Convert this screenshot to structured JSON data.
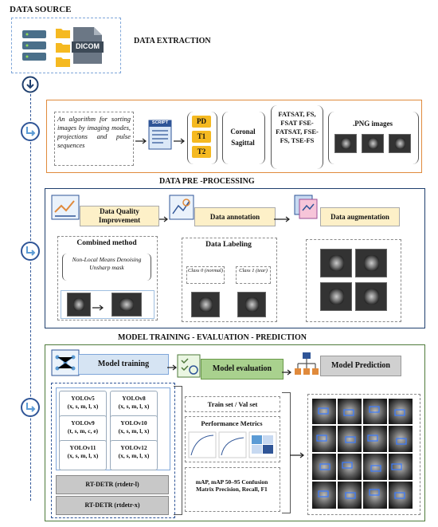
{
  "section_titles": {
    "data_source": "DATA SOURCE",
    "data_extraction": "DATA EXTRACTION",
    "pre_processing": "DATA PRE -PROCESSING",
    "model_pipeline": "MODEL TRAINING - EVALUATION - PREDICTION"
  },
  "extraction": {
    "algorithm_text": "An algorithm for sorting images by imaging modes, projections and pulse sequences",
    "script_label": "SCRIPT",
    "modes": [
      "PD",
      "T1",
      "T2"
    ],
    "projections": [
      "Coronal",
      "Sagittal"
    ],
    "sequences": "FATSAT, FS, FSAT FSE- FATSAT, FSE-FS, TSE-FS",
    "png_label": ".PNG images"
  },
  "dicom_label": "DICOM",
  "preprocessing": {
    "quality_label": "Data Quality Improvement",
    "annotation_label": "Data annotation",
    "augmentation_label": "Data augmentation",
    "combined_title": "Combined method",
    "combined_methods": "Non-Local Means Denoising Unsharp mask",
    "labeling_title": "Data Labeling",
    "class0": "Class 0 (normal)",
    "class1": "Class 1 (tear)"
  },
  "model": {
    "training_label": "Model training",
    "evaluation_label": "Model evaluation",
    "prediction_label": "Model Prediction",
    "yolo": [
      {
        "name": "YOLOv5",
        "sizes": "(x, s, m, l, x)"
      },
      {
        "name": "YOLOv8",
        "sizes": "(x, s, m, l, x)"
      },
      {
        "name": "YOLOv9",
        "sizes": "(t, s, m, c, e)"
      },
      {
        "name": "YOLOv10",
        "sizes": "(x, s, m, l, x)"
      },
      {
        "name": "YOLOv11",
        "sizes": "(x, s, m, l, x)"
      },
      {
        "name": "YOLOv12",
        "sizes": "(x, s, m, l, x)"
      }
    ],
    "rtdetr": [
      "RT-DETR (rtdetr-l)",
      "RT-DETR (rtdetr-x)"
    ],
    "train_val": "Train set / Val set",
    "perf_metrics": "Performance Metrics",
    "metrics_list": "mAP, mAP 50–95 Confusion Matrix Precision, Recall, F1"
  },
  "colors": {
    "extraction_border": "#e08a3c",
    "preprocessing_border": "#1f3f6e",
    "model_border": "#4e7a3a",
    "mode_fill": "#f5b921",
    "label_fill": "#fdf0c8",
    "training_fill": "#d6e4f3",
    "eval_fill": "#a9d18e",
    "predict_fill": "#d0d0d0",
    "accent_blue": "#2f5597"
  }
}
